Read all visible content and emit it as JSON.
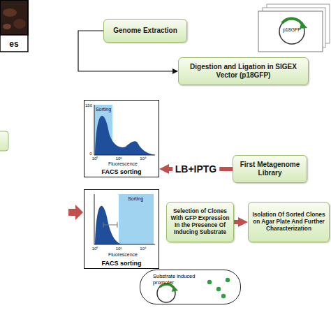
{
  "diagram": {
    "nodes": [
      {
        "text": [
          "Genome Extraction"
        ]
      },
      {
        "text": [
          "p18GFP"
        ]
      },
      {
        "text": [
          "Digestion and Ligation in SIGEX Vector (p18GFP)"
        ]
      },
      {
        "text": [
          "First Metagenome Library"
        ]
      },
      {
        "text": [
          "FACS sorting"
        ]
      },
      {
        "text": [
          "FACS sorting"
        ]
      },
      {
        "text": [
          "Selection of Clones With GFP Expression In the Presence Of Inducing Substrate"
        ]
      },
      {
        "text": [
          "Isolation Of Sorted Clones on Agar Plate And Further Characterization"
        ]
      },
      {
        "text": [
          "Substrate induced promoter"
        ]
      }
    ],
    "edges": [
      {
        "from": 0,
        "to": 2,
        "arrow": "to"
      },
      {
        "from": 3,
        "to": 4,
        "label": "LB+IPTG",
        "arrow": "to"
      },
      {
        "from": 6,
        "to": 7,
        "arrow": "to"
      }
    ],
    "labels": [
      "es",
      "150",
      "0",
      "Sorting",
      "10⁰",
      "10²",
      "10⁴",
      "Fluorescence",
      "Sorting",
      "10⁰",
      "10²",
      "10⁴",
      "Fluorescence"
    ]
  }
}
